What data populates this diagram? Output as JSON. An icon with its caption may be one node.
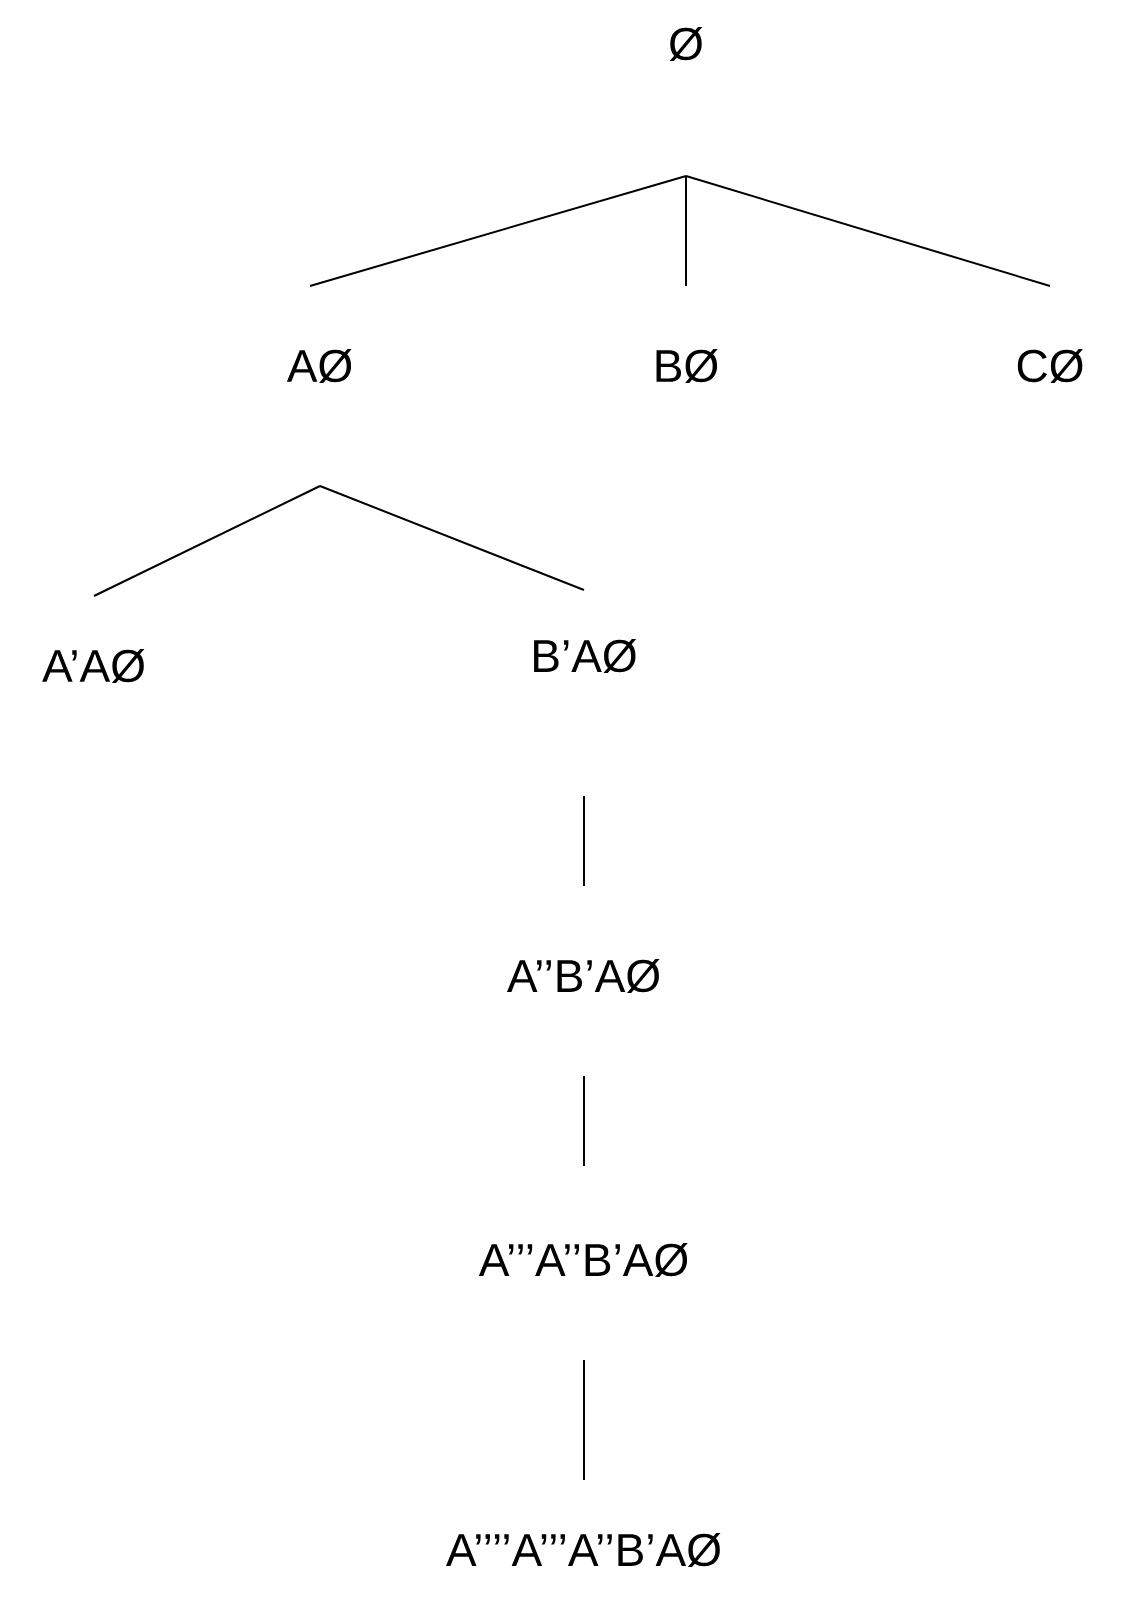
{
  "diagram": {
    "nodes": [
      {
        "text": [
          "Ø"
        ]
      },
      {
        "text": [
          "AØ"
        ]
      },
      {
        "text": [
          "BØ"
        ]
      },
      {
        "text": [
          "CØ"
        ]
      },
      {
        "text": [
          "A’AØ"
        ]
      },
      {
        "text": [
          "B’AØ"
        ]
      },
      {
        "text": [
          "A’’B’AØ"
        ]
      },
      {
        "text": [
          "A’’’A’’B’AØ"
        ]
      },
      {
        "text": [
          "A’’’’A’’’A’’B’AØ"
        ]
      }
    ],
    "edges": [
      {
        "from": 0,
        "to": 1,
        "arrow": "none"
      },
      {
        "from": 0,
        "to": 2,
        "arrow": "none"
      },
      {
        "from": 0,
        "to": 3,
        "arrow": "none"
      },
      {
        "from": 1,
        "to": 4,
        "arrow": "none"
      },
      {
        "from": 1,
        "to": 5,
        "arrow": "none"
      },
      {
        "from": 5,
        "to": 6,
        "arrow": "none"
      },
      {
        "from": 6,
        "to": 7,
        "arrow": "none"
      },
      {
        "from": 7,
        "to": 8,
        "arrow": "none"
      }
    ]
  }
}
